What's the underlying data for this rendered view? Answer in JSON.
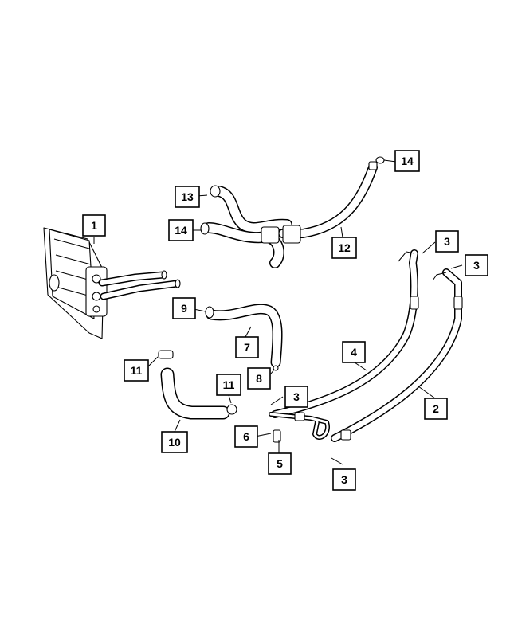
{
  "callouts": [
    {
      "label": "1"
    },
    {
      "label": "2"
    },
    {
      "label": "3"
    },
    {
      "label": "3"
    },
    {
      "label": "3"
    },
    {
      "label": "3"
    },
    {
      "label": "4"
    },
    {
      "label": "5"
    },
    {
      "label": "6"
    },
    {
      "label": "7"
    },
    {
      "label": "8"
    },
    {
      "label": "9"
    },
    {
      "label": "10"
    },
    {
      "label": "11"
    },
    {
      "label": "11"
    },
    {
      "label": "12"
    },
    {
      "label": "13"
    },
    {
      "label": "14"
    },
    {
      "label": "14"
    }
  ],
  "colors": {
    "line": "#000000",
    "background": "#ffffff"
  }
}
